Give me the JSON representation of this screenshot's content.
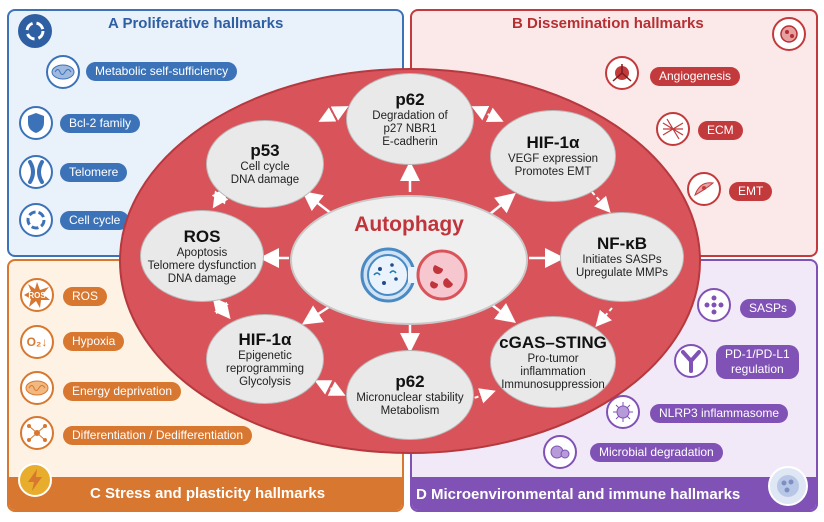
{
  "panels": {
    "a": {
      "title": "A  Proliferative hallmarks",
      "items": [
        "Metabolic self-sufficiency",
        "Bcl-2 family",
        "Telomere",
        "Cell cycle"
      ]
    },
    "b": {
      "title": "B  Dissemination hallmarks",
      "items": [
        "Angiogenesis",
        "ECM",
        "EMT"
      ]
    },
    "c": {
      "title": "C  Stress and plasticity hallmarks",
      "items": [
        "ROS",
        "Hypoxia",
        "Energy deprivation",
        "Differentiation / Dedifferentiation"
      ],
      "ros_icon_text": "ROS",
      "hypoxia_icon_text": "O₂↓"
    },
    "d": {
      "title": "D  Microenvironmental and immune hallmarks",
      "items": [
        "SASPs",
        "PD-1/PD-L1\nregulation",
        "NLRP3 inflammasome",
        "Microbial degradation"
      ]
    }
  },
  "center": {
    "title": "Autophagy"
  },
  "nodes": {
    "p62_top": {
      "title": "p62",
      "desc": [
        "Degradation of",
        "p27 NBR1",
        "E-cadherin"
      ]
    },
    "p53": {
      "title": "p53",
      "desc": [
        "Cell cycle",
        "DNA damage"
      ]
    },
    "hif_top": {
      "title": "HIF-1α",
      "desc": [
        "VEGF expression",
        "Promotes EMT"
      ]
    },
    "ros": {
      "title": "ROS",
      "desc": [
        "Apoptosis",
        "Telomere dysfunction",
        "DNA damage"
      ]
    },
    "nfkb": {
      "title": "NF-κB",
      "desc": [
        "Initiates SASPs",
        "Upregulate MMPs"
      ]
    },
    "hif_bot": {
      "title": "HIF-1α",
      "desc": [
        "Epigenetic",
        "reprogramming",
        "Glycolysis"
      ]
    },
    "cgas": {
      "title": "cGAS–STING",
      "desc": [
        "Pro-tumor",
        "inflammation",
        "Immunosuppression"
      ]
    },
    "p62_bot": {
      "title": "p62",
      "desc": [
        "Micronuclear stability",
        "Metabolism"
      ]
    }
  },
  "colors": {
    "blue": "#3c73b8",
    "red": "#c33a3c",
    "orange": "#d8772f",
    "purple": "#8052b5",
    "ring": "#d9545a",
    "center_text": "#c0343b"
  }
}
